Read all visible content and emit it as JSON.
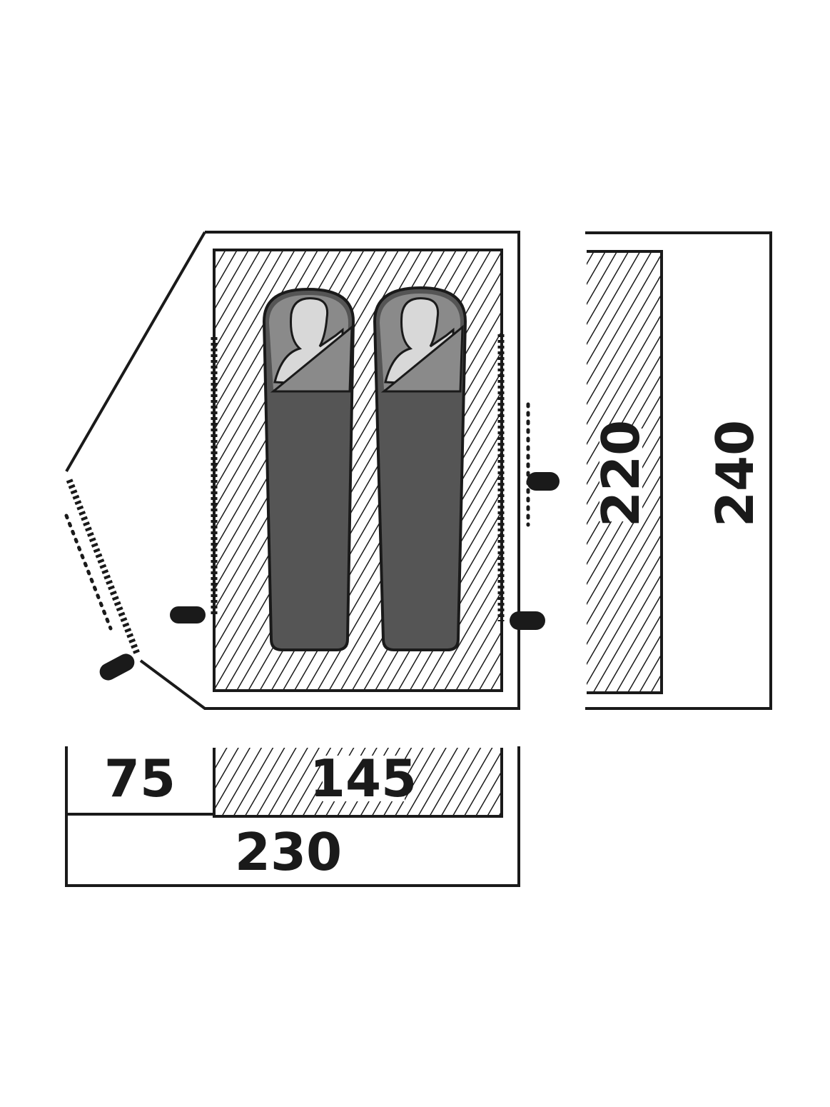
{
  "diagram": {
    "type": "tent floor plan",
    "colors": {
      "line": "#1a1a1a",
      "bag": "#555555",
      "bag_hood": "#8a8a8a",
      "head": "#d8d8d8",
      "hatch": "#1a1a1a"
    },
    "occupants": 2,
    "dimensions": {
      "inner_length": "220",
      "outer_length": "240",
      "vestibule_depth": "75",
      "inner_width": "145",
      "total_width": "230"
    }
  }
}
